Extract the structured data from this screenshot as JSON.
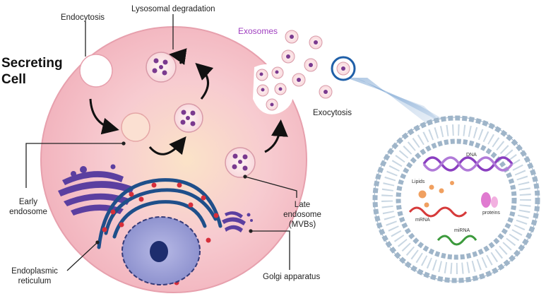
{
  "title": {
    "line1": "Secreting",
    "line2": "Cell"
  },
  "labels": {
    "endocytosis": "Endocytosis",
    "lysosomal": "Lysosomal degradation",
    "exosomes": "Exosomes",
    "exocytosis": "Exocytosis",
    "early_endosome": [
      "Early",
      "endosome"
    ],
    "late_endosome": [
      "Late",
      "endosome",
      "(MVBs)"
    ],
    "er": [
      "Endoplasmic",
      "reticulum"
    ],
    "golgi": "Golgi apparatus"
  },
  "exosome_contents": {
    "dna": "DNA",
    "lipids": "Lipids",
    "proteins": "proteins",
    "mrna": "mRNA",
    "mirna": "miRNA"
  },
  "colors": {
    "cell_fill": "#f6c9cf",
    "cell_border": "#e9a0ad",
    "vesicle_cargo": "#7a3a8f",
    "er_blue": "#1f4f8a",
    "ribosome_red": "#d62e3a",
    "golgi_purple": "#5b3fa0",
    "exosome_highlight": "#1f5fa8",
    "exosome_label": "#a040c0"
  },
  "icons": [
    "vesicle-icon",
    "arrow-icon",
    "nucleus-icon",
    "golgi-icon",
    "lipid-bilayer-icon",
    "dna-icon"
  ]
}
